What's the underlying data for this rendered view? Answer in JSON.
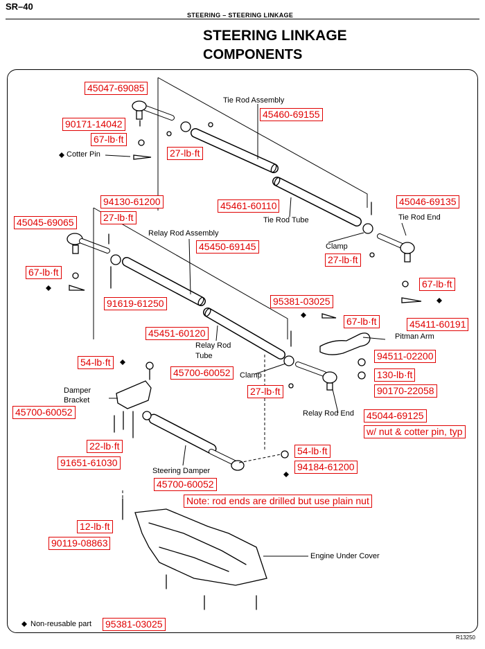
{
  "header": {
    "page_id": "SR–40",
    "section": "STEERING   –   STEERING LINKAGE",
    "title": "STEERING LINKAGE",
    "subtitle": "COMPONENTS"
  },
  "labels": {
    "tie_rod_assembly": "Tie Rod Assembly",
    "cotter_pin": "Cotter Pin",
    "tie_rod_tube": "Tie Rod Tube",
    "tie_rod_end": "Tie Rod End",
    "clamp_1": "Clamp",
    "relay_rod_assembly": "Relay Rod Assembly",
    "relay_rod_tube_1": "Relay Rod",
    "relay_rod_tube_2": "Tube",
    "pitman_arm": "Pitman Arm",
    "clamp_2": "Clamp",
    "damper_bracket_1": "Damper",
    "damper_bracket_2": "Bracket",
    "relay_rod_end": "Relay Rod End",
    "steering_damper": "Steering Damper",
    "engine_under_cover": "Engine Under Cover",
    "non_reusable": "Non-reusable part",
    "figure_code": "R13250"
  },
  "callouts": {
    "p45047": "45047-69085",
    "p90171": "90171-14042",
    "t67a": "67-lb·ft",
    "t27a": "27-lb·ft",
    "p45460": "45460-69155",
    "p94130": "94130-61200",
    "t27b": "27-lb·ft",
    "p45045": "45045-69065",
    "p45450": "45450-69145",
    "p45461": "45461-60110",
    "p45046": "45046-69135",
    "t27c": "27-lb·ft",
    "t67b": "67-lb·ft",
    "t67c": "67-lb·ft",
    "p91619": "91619-61250",
    "p95381a": "95381-03025",
    "t67d": "67-lb·ft",
    "p45411": "45411-60191",
    "p45451": "45451-60120",
    "t54a": "54-lb·ft",
    "p94511": "94511-02200",
    "p45700a": "45700-60052",
    "t130": "130-lb·ft",
    "t27d": "27-lb·ft",
    "p90170": "90170-22058",
    "p45700b": "45700-60052",
    "p45044": "45044-69125",
    "note_nut": "w/ nut & cotter pin, typ",
    "t22": "22-lb·ft",
    "t54b": "54-lb·ft",
    "p91651": "91651-61030",
    "p94184": "94184-61200",
    "p45700c": "45700-60052",
    "note_rod": "Note: rod ends are drilled but use plain nut",
    "t12": "12-lb·ft",
    "p90119": "90119-08863",
    "p95381b": "95381-03025"
  },
  "colors": {
    "callout": "#e00000",
    "line": "#000000"
  }
}
